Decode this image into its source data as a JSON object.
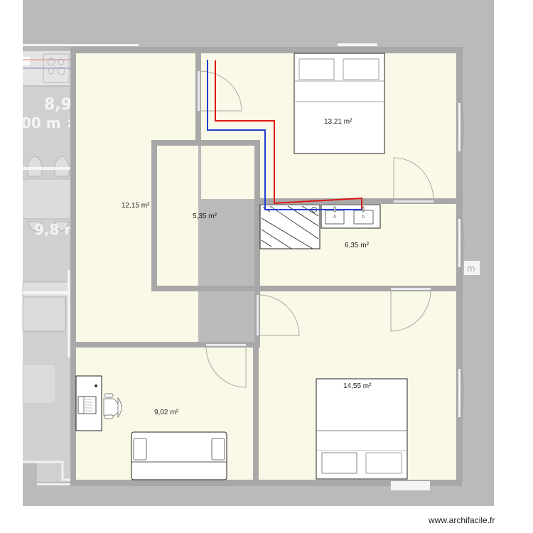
{
  "app": {
    "watermark": "www.archifacile.fr"
  },
  "colors": {
    "background_gray": "#bababa",
    "wall": "#a8a8a8",
    "floor": "#faf8e6",
    "neighbor_floor": "#d0d0ce",
    "hot_pipe": "#e01515",
    "cold_pipe": "#1f3fd0",
    "furniture_fill": "#ffffff",
    "furniture_stroke": "#222222"
  },
  "rooms": [
    {
      "id": "hall",
      "label": "12,15 m²"
    },
    {
      "id": "storage",
      "label": "5,35 m²"
    },
    {
      "id": "bedroom-1",
      "label": "13,21 m²"
    },
    {
      "id": "bathroom",
      "label": "6,35 m²"
    },
    {
      "id": "office",
      "label": "9,02 m²"
    },
    {
      "id": "bedroom-2",
      "label": "14,55 m²"
    }
  ],
  "neighbor": {
    "area_fragment": "8,9",
    "dims_fragment": "00 m ×",
    "area_fragment_2": "9,8 m",
    "right_unit_fragment": "m"
  }
}
